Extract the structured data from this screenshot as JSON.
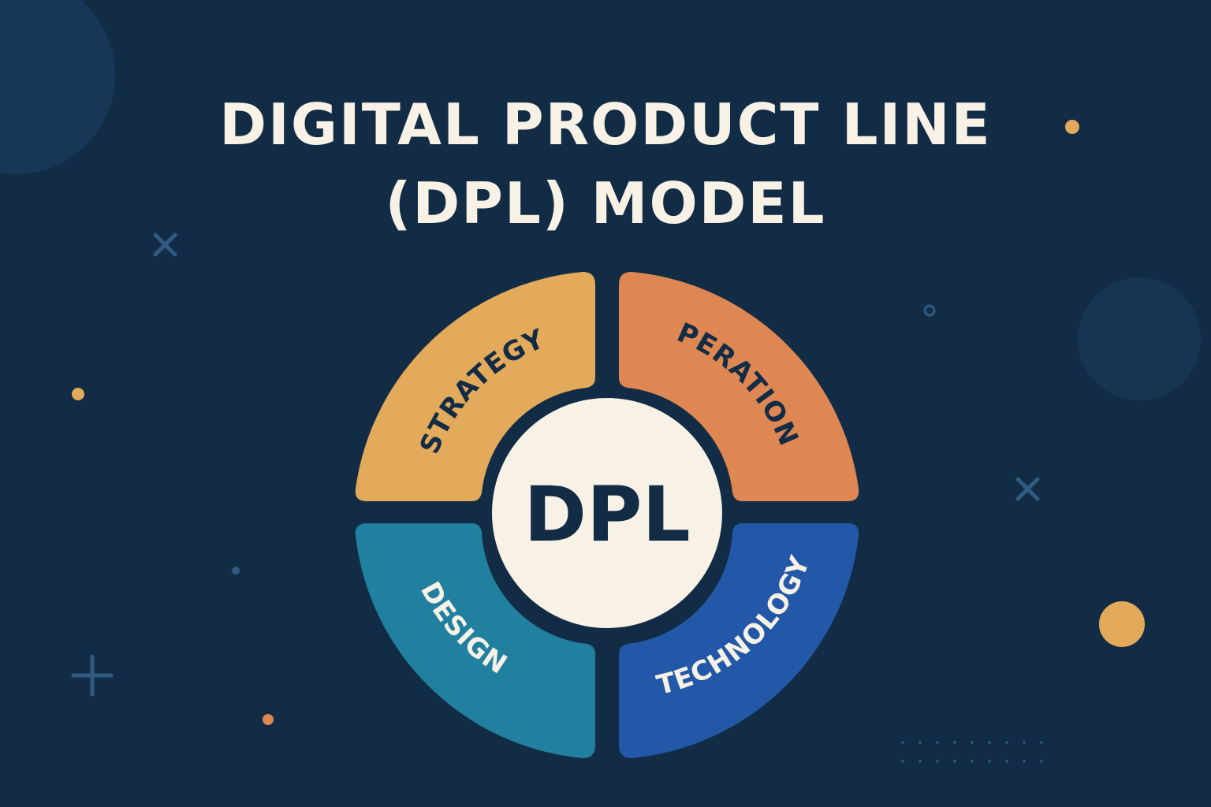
{
  "title": {
    "line1": "DIGITAL PRODUCT LINE",
    "line2": "(DPL) MODEL"
  },
  "center": {
    "label": "DPL"
  },
  "segments": [
    {
      "id": "strategy",
      "label": "STRATEGY",
      "color": "#e2aa5a",
      "text_color": "#132c45"
    },
    {
      "id": "operations",
      "label": "OPERATIONS",
      "color": "#df8752",
      "text_color": "#132c45"
    },
    {
      "id": "design",
      "label": "DESIGN",
      "color": "#21809f",
      "text_color": "#f7f1e6"
    },
    {
      "id": "technology",
      "label": "TECHNOLOGY",
      "color": "#2258a7",
      "text_color": "#f7f1e6"
    }
  ],
  "colors": {
    "background": "#132c45",
    "title": "#f7f1e6",
    "center_fill": "#f7f1e6",
    "center_text": "#132c45",
    "accent_yellow": "#e2aa5a",
    "accent_orange": "#df8752",
    "decor_blue": "#2f5b82"
  }
}
